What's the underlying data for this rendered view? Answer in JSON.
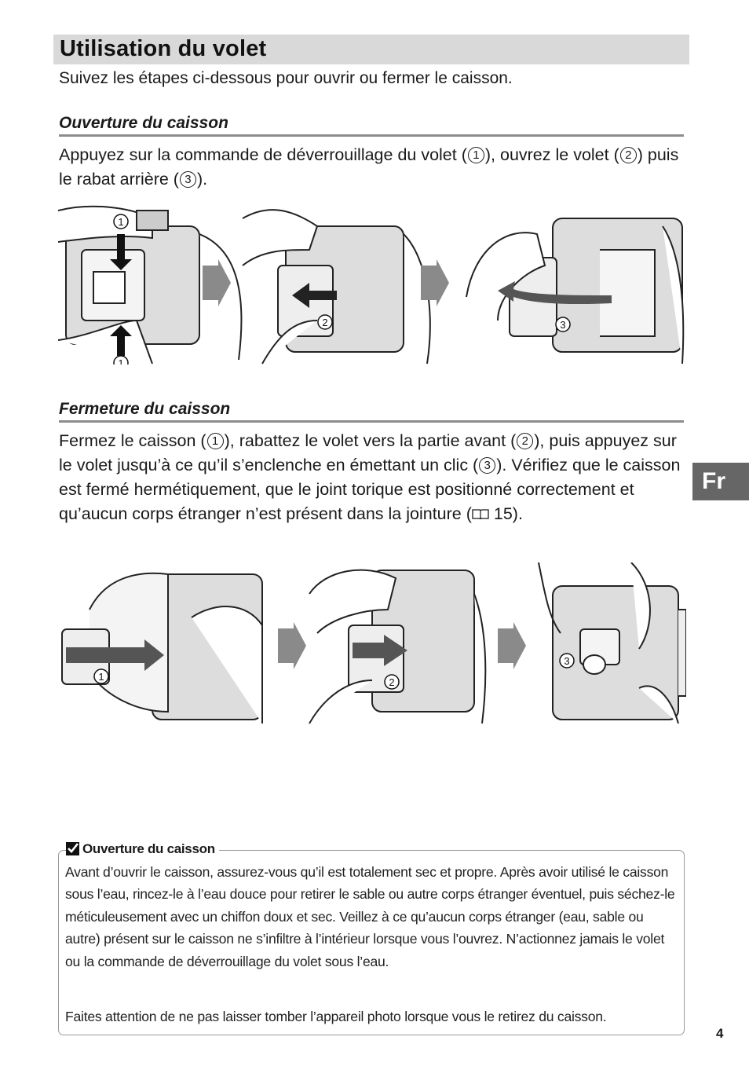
{
  "page": {
    "section_title": "Utilisation du volet",
    "intro": "Suivez les étapes ci-dessous pour ouvrir ou fermer le caisson.",
    "lang_tab": "Fr",
    "page_number": "4"
  },
  "opening": {
    "heading": "Ouverture du caisson",
    "text": {
      "t1": "Appuyez sur la commande de déverrouillage du volet (",
      "n1": "1",
      "t2": "), ouvrez le volet (",
      "n2": "2",
      "t3": ") puis le rabat arrière (",
      "n3": "3",
      "t4": ")."
    }
  },
  "closing": {
    "heading": "Fermeture du caisson",
    "text": {
      "t1": "Fermez le caisson (",
      "n1": "1",
      "t2": "), rabattez le volet vers la partie avant (",
      "n2": "2",
      "t3": "), puis appuyez sur le volet jusqu’à ce qu’il s’enclenche en émettant un clic (",
      "n3": "3",
      "t4": "). Vérifiez que le caisson est fermé hermétiquement, que le joint torique est positionné correctement et qu’aucun corps étranger n’est présent dans la jointure (",
      "ref": "15",
      "t5": ")."
    }
  },
  "illustrations": {
    "open_labels": [
      "1",
      "1",
      "2",
      "3"
    ],
    "close_labels": [
      "1",
      "2",
      "3"
    ],
    "arrow_icon": "step-arrow-icon"
  },
  "note": {
    "icon": "check-icon",
    "title": "Ouverture du caisson",
    "p1": "Avant d’ouvrir le caisson, assurez-vous qu’il est totalement sec et propre. Après avoir utilisé le caisson sous l’eau, rincez-le à l’eau douce pour retirer le sable ou autre corps étranger éventuel, puis séchez-le méticuleusement avec un chiffon doux et sec. Veillez à ce qu’aucun corps étranger (eau, sable ou autre) présent sur le caisson ne s’infiltre à l’intérieur lorsque vous l’ouvrez. N’actionnez jamais le volet ou la commande de déverrouillage du volet sous l’eau.",
    "p2": "Faites attention de ne pas laisser tomber l’appareil photo lorsque vous le retirez du caisson."
  },
  "colors": {
    "section_bar": "#d9d9d9",
    "heading_rule": "#8c8c8c",
    "lang_tab": "#666666",
    "step_arrow": "#8a8a8a"
  }
}
